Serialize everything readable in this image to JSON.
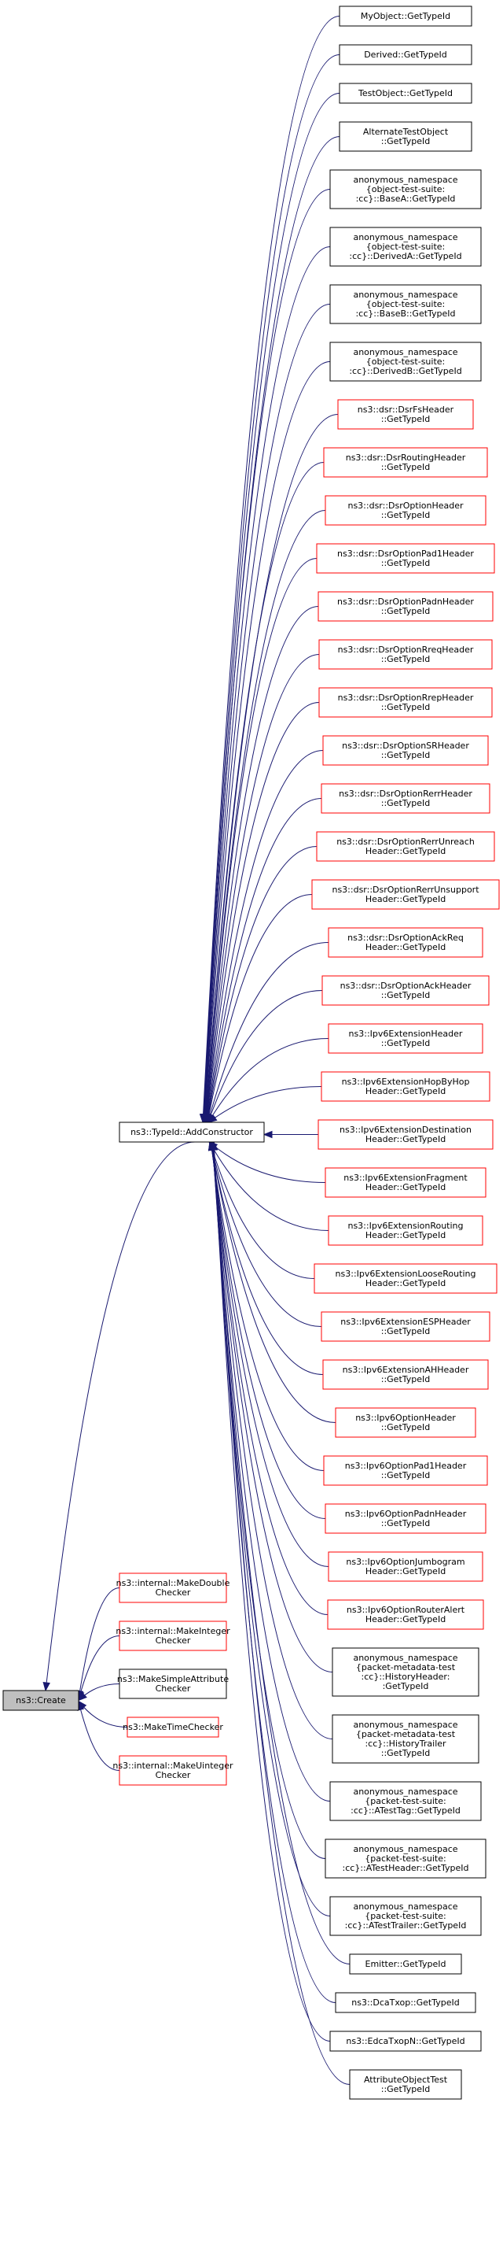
{
  "root": {
    "lines": [
      "ns3::Create"
    ],
    "style": "grey"
  },
  "hub": {
    "lines": [
      "ns3::TypeId::AddConstructor"
    ],
    "style": "black"
  },
  "creators": [
    {
      "lines": [
        "ns3::internal::MakeDouble",
        "Checker"
      ],
      "style": "red"
    },
    {
      "lines": [
        "ns3::internal::MakeInteger",
        "Checker"
      ],
      "style": "red"
    },
    {
      "lines": [
        "ns3::MakeSimpleAttribute",
        "Checker"
      ],
      "style": "black"
    },
    {
      "lines": [
        "ns3::MakeTimeChecker"
      ],
      "style": "red"
    },
    {
      "lines": [
        "ns3::internal::MakeUinteger",
        "Checker"
      ],
      "style": "red"
    }
  ],
  "callers": [
    {
      "lines": [
        "MyObject::GetTypeId"
      ],
      "style": "black"
    },
    {
      "lines": [
        "Derived::GetTypeId"
      ],
      "style": "black"
    },
    {
      "lines": [
        "TestObject::GetTypeId"
      ],
      "style": "black"
    },
    {
      "lines": [
        "AlternateTestObject",
        "::GetTypeId"
      ],
      "style": "black"
    },
    {
      "lines": [
        "anonymous_namespace",
        "{object-test-suite:",
        ":cc}::BaseA::GetTypeId"
      ],
      "style": "black"
    },
    {
      "lines": [
        "anonymous_namespace",
        "{object-test-suite:",
        ":cc}::DerivedA::GetTypeId"
      ],
      "style": "black"
    },
    {
      "lines": [
        "anonymous_namespace",
        "{object-test-suite:",
        ":cc}::BaseB::GetTypeId"
      ],
      "style": "black"
    },
    {
      "lines": [
        "anonymous_namespace",
        "{object-test-suite:",
        ":cc}::DerivedB::GetTypeId"
      ],
      "style": "black"
    },
    {
      "lines": [
        "ns3::dsr::DsrFsHeader",
        "::GetTypeId"
      ],
      "style": "red"
    },
    {
      "lines": [
        "ns3::dsr::DsrRoutingHeader",
        "::GetTypeId"
      ],
      "style": "red"
    },
    {
      "lines": [
        "ns3::dsr::DsrOptionHeader",
        "::GetTypeId"
      ],
      "style": "red"
    },
    {
      "lines": [
        "ns3::dsr::DsrOptionPad1Header",
        "::GetTypeId"
      ],
      "style": "red"
    },
    {
      "lines": [
        "ns3::dsr::DsrOptionPadnHeader",
        "::GetTypeId"
      ],
      "style": "red"
    },
    {
      "lines": [
        "ns3::dsr::DsrOptionRreqHeader",
        "::GetTypeId"
      ],
      "style": "red"
    },
    {
      "lines": [
        "ns3::dsr::DsrOptionRrepHeader",
        "::GetTypeId"
      ],
      "style": "red"
    },
    {
      "lines": [
        "ns3::dsr::DsrOptionSRHeader",
        "::GetTypeId"
      ],
      "style": "red"
    },
    {
      "lines": [
        "ns3::dsr::DsrOptionRerrHeader",
        "::GetTypeId"
      ],
      "style": "red"
    },
    {
      "lines": [
        "ns3::dsr::DsrOptionRerrUnreach",
        "Header::GetTypeId"
      ],
      "style": "red"
    },
    {
      "lines": [
        "ns3::dsr::DsrOptionRerrUnsupport",
        "Header::GetTypeId"
      ],
      "style": "red"
    },
    {
      "lines": [
        "ns3::dsr::DsrOptionAckReq",
        "Header::GetTypeId"
      ],
      "style": "red"
    },
    {
      "lines": [
        "ns3::dsr::DsrOptionAckHeader",
        "::GetTypeId"
      ],
      "style": "red"
    },
    {
      "lines": [
        "ns3::Ipv6ExtensionHeader",
        "::GetTypeId"
      ],
      "style": "red"
    },
    {
      "lines": [
        "ns3::Ipv6ExtensionHopByHop",
        "Header::GetTypeId"
      ],
      "style": "red"
    },
    {
      "lines": [
        "ns3::Ipv6ExtensionDestination",
        "Header::GetTypeId"
      ],
      "style": "red"
    },
    {
      "lines": [
        "ns3::Ipv6ExtensionFragment",
        "Header::GetTypeId"
      ],
      "style": "red"
    },
    {
      "lines": [
        "ns3::Ipv6ExtensionRouting",
        "Header::GetTypeId"
      ],
      "style": "red"
    },
    {
      "lines": [
        "ns3::Ipv6ExtensionLooseRouting",
        "Header::GetTypeId"
      ],
      "style": "red"
    },
    {
      "lines": [
        "ns3::Ipv6ExtensionESPHeader",
        "::GetTypeId"
      ],
      "style": "red"
    },
    {
      "lines": [
        "ns3::Ipv6ExtensionAHHeader",
        "::GetTypeId"
      ],
      "style": "red"
    },
    {
      "lines": [
        "ns3::Ipv6OptionHeader",
        "::GetTypeId"
      ],
      "style": "red"
    },
    {
      "lines": [
        "ns3::Ipv6OptionPad1Header",
        "::GetTypeId"
      ],
      "style": "red"
    },
    {
      "lines": [
        "ns3::Ipv6OptionPadnHeader",
        "::GetTypeId"
      ],
      "style": "red"
    },
    {
      "lines": [
        "ns3::Ipv6OptionJumbogram",
        "Header::GetTypeId"
      ],
      "style": "red"
    },
    {
      "lines": [
        "ns3::Ipv6OptionRouterAlert",
        "Header::GetTypeId"
      ],
      "style": "red"
    },
    {
      "lines": [
        "anonymous_namespace",
        "{packet-metadata-test",
        ":cc}::HistoryHeader:",
        ":GetTypeId"
      ],
      "style": "black"
    },
    {
      "lines": [
        "anonymous_namespace",
        "{packet-metadata-test",
        ":cc}::HistoryTrailer",
        "::GetTypeId"
      ],
      "style": "black"
    },
    {
      "lines": [
        "anonymous_namespace",
        "{packet-test-suite:",
        ":cc}::ATestTag::GetTypeId"
      ],
      "style": "black"
    },
    {
      "lines": [
        "anonymous_namespace",
        "{packet-test-suite:",
        ":cc}::ATestHeader::GetTypeId"
      ],
      "style": "black"
    },
    {
      "lines": [
        "anonymous_namespace",
        "{packet-test-suite:",
        ":cc}::ATestTrailer::GetTypeId"
      ],
      "style": "black"
    },
    {
      "lines": [
        "Emitter::GetTypeId"
      ],
      "style": "black"
    },
    {
      "lines": [
        "ns3::DcaTxop::GetTypeId"
      ],
      "style": "black"
    },
    {
      "lines": [
        "ns3::EdcaTxopN::GetTypeId"
      ],
      "style": "black"
    },
    {
      "lines": [
        "AttributeObjectTest",
        "::GetTypeId"
      ],
      "style": "black"
    }
  ],
  "colors": {
    "edge": "#191970",
    "red_border": "#ff0000",
    "black_border": "#000000",
    "root_fill": "#bfbfbf"
  }
}
